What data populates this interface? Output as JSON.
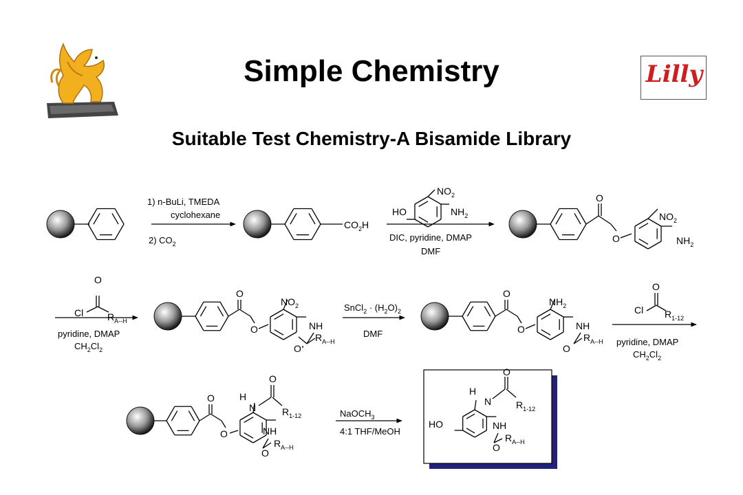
{
  "slide": {
    "title": "Simple Chemistry",
    "subtitle": "Suitable Test Chemistry-A Bisamide Library",
    "brand": {
      "text": "Lilly",
      "color": "#cc1f1f"
    },
    "griffin_logo": {
      "icon": "griffin-logo-icon",
      "colors": [
        "#f0b020",
        "#555555"
      ]
    }
  },
  "reaction_rows": [
    {
      "steps": [
        {
          "conditions": [
            "1) n-BuLi, TMEDA",
            "cyclohexane",
            "2) CO2"
          ]
        },
        {
          "reagent": "HO-C6H3(NO2)-NH2",
          "conditions": [
            "DIC, pyridine, DMAP",
            "DMF"
          ]
        }
      ]
    },
    {
      "steps": [
        {
          "reagent": "Cl-CO-R A--H",
          "conditions": [
            "pyridine, DMAP",
            "CH2Cl2"
          ]
        },
        {
          "conditions": [
            "SnCl2 · (H2O)2",
            "DMF"
          ]
        },
        {
          "reagent": "Cl-CO-R 1-12",
          "conditions": [
            "pyridine, DMAP",
            "CH2Cl2"
          ]
        }
      ]
    },
    {
      "steps": [
        {
          "conditions": [
            "NaOCH3",
            "4:1 THF/MeOH"
          ]
        }
      ],
      "final_product_boxed": true
    }
  ]
}
